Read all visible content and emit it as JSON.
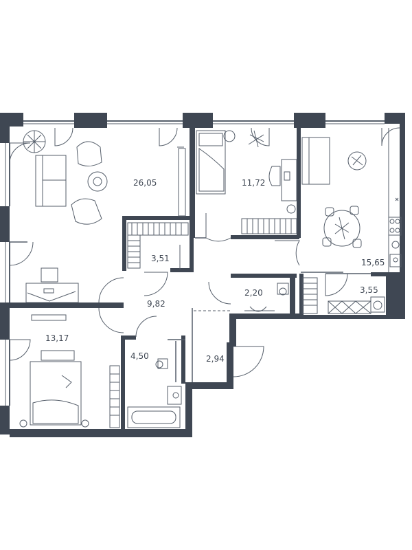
{
  "colors": {
    "wall": "#3f4753",
    "line": "#555e6a",
    "text": "#3f4753",
    "background": "#ffffff"
  },
  "rooms": [
    {
      "id": "living",
      "area": "26,05"
    },
    {
      "id": "bedroom-1",
      "area": "11,72"
    },
    {
      "id": "wardrobe-1",
      "area": "3,51"
    },
    {
      "id": "kitchen",
      "area": "15,65"
    },
    {
      "id": "bathroom-small",
      "area": "2,20"
    },
    {
      "id": "laundry",
      "area": "3,55"
    },
    {
      "id": "hall",
      "area": "9,82"
    },
    {
      "id": "bedroom-2",
      "area": "13,17"
    },
    {
      "id": "bathroom",
      "area": "4,50"
    },
    {
      "id": "entry",
      "area": "2,94"
    }
  ],
  "icons": [
    "plant-icon",
    "armchair-icon",
    "sofa-icon",
    "coffee-table-icon",
    "desk-icon",
    "bed-icon",
    "dining-table-icon",
    "stove-icon",
    "sink-icon",
    "toilet-icon",
    "bathtub-icon",
    "washing-machine-icon",
    "wardrobe-icon",
    "door-icon",
    "window-icon"
  ]
}
